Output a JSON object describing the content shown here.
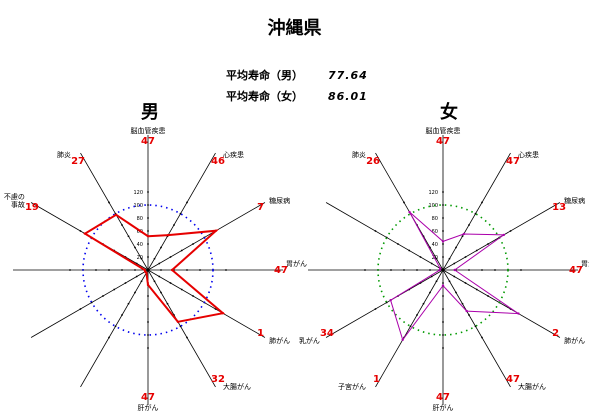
{
  "title": "沖縄県",
  "stats": [
    {
      "label": "平均寿命（男）",
      "value": "77.64"
    },
    {
      "label": "平均寿命（女）",
      "value": "86.01"
    }
  ],
  "chart_data": [
    {
      "type": "radar",
      "panel_label": "男",
      "scale_ticks": [
        20,
        40,
        60,
        80,
        100,
        120
      ],
      "reference_value": 100,
      "reference_color": "#0000ee",
      "series_color": "#e60000",
      "axes": [
        {
          "label": "脳血管疾患",
          "rank": "47",
          "value": 52
        },
        {
          "label": "心疾患",
          "rank": "46",
          "value": 62
        },
        {
          "label": "糖尿病",
          "rank": "7",
          "value": 121
        },
        {
          "label": "胃がん",
          "rank": "47",
          "value": 37
        },
        {
          "label": "肺がん",
          "rank": "1",
          "value": 133
        },
        {
          "label": "大腸がん",
          "rank": "32",
          "value": 92
        },
        {
          "label": "肝がん",
          "rank": "47",
          "value": 23
        },
        {
          "label": "",
          "rank": "",
          "value": 5
        },
        {
          "label": "",
          "rank": "",
          "value": 5
        },
        {
          "label": "",
          "rank": "",
          "value": 5
        },
        {
          "label": "不慮の\n事故",
          "rank": "19",
          "value": 112
        },
        {
          "label": "肺炎",
          "rank": "27",
          "value": 98
        }
      ]
    },
    {
      "type": "radar",
      "panel_label": "女",
      "scale_ticks": [
        20,
        40,
        60,
        80,
        100,
        120
      ],
      "reference_value": 100,
      "reference_color": "#009900",
      "series_color": "#aa00aa",
      "axes": [
        {
          "label": "脳血管疾患",
          "rank": "47",
          "value": 44
        },
        {
          "label": "心疾患",
          "rank": "47",
          "value": 64
        },
        {
          "label": "糖尿病",
          "rank": "13",
          "value": 108
        },
        {
          "label": "胃がん",
          "rank": "47",
          "value": 18
        },
        {
          "label": "肺がん",
          "rank": "2",
          "value": 134
        },
        {
          "label": "大腸がん",
          "rank": "47",
          "value": 73
        },
        {
          "label": "肝がん",
          "rank": "47",
          "value": 24
        },
        {
          "label": "子宮がん",
          "rank": "1",
          "value": 124
        },
        {
          "label": "乳がん",
          "rank": "34",
          "value": 93
        },
        {
          "label": "",
          "rank": "",
          "value": 5
        },
        {
          "label": "",
          "rank": "",
          "value": 5
        },
        {
          "label": "肺炎",
          "rank": "26",
          "value": 103
        }
      ]
    }
  ]
}
